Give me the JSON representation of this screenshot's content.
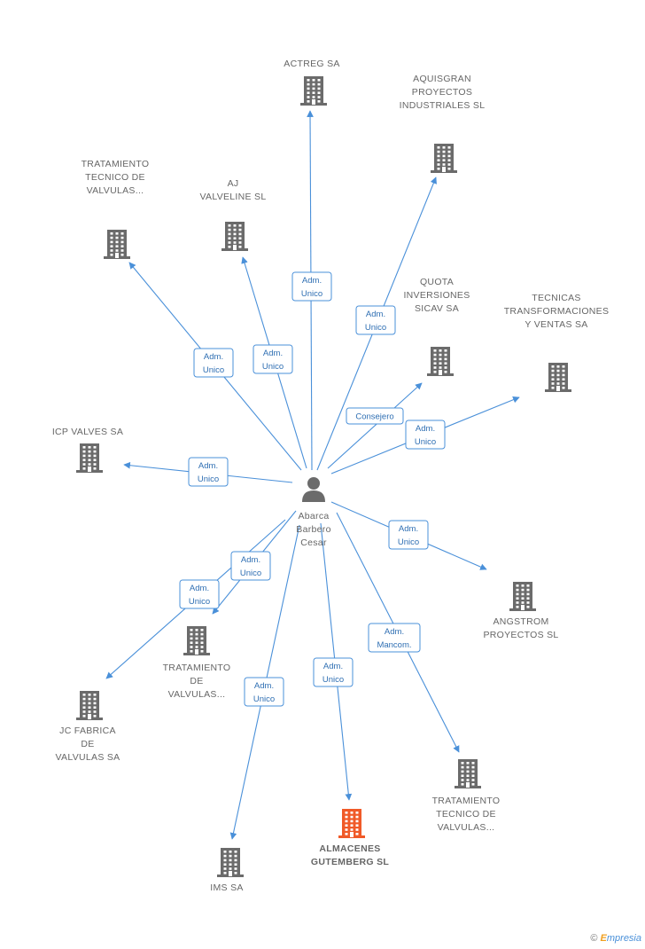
{
  "center": {
    "id": "abarca",
    "label_lines": [
      "Abarca",
      "Barbero",
      "Cesar"
    ]
  },
  "companies": [
    {
      "id": "actreg",
      "label_lines": [
        "ACTREG SA"
      ],
      "highlight": false
    },
    {
      "id": "aquisgran",
      "label_lines": [
        "AQUISGRAN",
        "PROYECTOS",
        "INDUSTRIALES SL"
      ],
      "highlight": false
    },
    {
      "id": "tratamiento1",
      "label_lines": [
        "TRATAMIENTO",
        "TECNICO DE",
        "VALVULAS..."
      ],
      "highlight": false
    },
    {
      "id": "aj_valveline",
      "label_lines": [
        "AJ",
        "VALVELINE SL"
      ],
      "highlight": false
    },
    {
      "id": "quota",
      "label_lines": [
        "QUOTA",
        "INVERSIONES",
        "SICAV SA"
      ],
      "highlight": false
    },
    {
      "id": "tecnicas",
      "label_lines": [
        "TECNICAS",
        "TRANSFORMACIONES",
        "Y VENTAS SA"
      ],
      "highlight": false
    },
    {
      "id": "icp_valves",
      "label_lines": [
        "ICP VALVES SA"
      ],
      "highlight": false
    },
    {
      "id": "angstrom",
      "label_lines": [
        "ANGSTROM",
        "PROYECTOS  SL"
      ],
      "highlight": false
    },
    {
      "id": "tratamiento2",
      "label_lines": [
        "TRATAMIENTO",
        "DE",
        "VALVULAS..."
      ],
      "highlight": false
    },
    {
      "id": "jc_fabrica",
      "label_lines": [
        "JC FABRICA",
        "DE",
        "VALVULAS SA"
      ],
      "highlight": false
    },
    {
      "id": "tratamiento3",
      "label_lines": [
        "TRATAMIENTO",
        "TECNICO DE",
        "VALVULAS..."
      ],
      "highlight": false
    },
    {
      "id": "almacenes",
      "label_lines": [
        "ALMACENES",
        "GUTEMBERG SL"
      ],
      "highlight": true
    },
    {
      "id": "ims",
      "label_lines": [
        "IMS SA"
      ],
      "highlight": false
    }
  ],
  "edges": [
    {
      "to": "actreg",
      "label_lines": [
        "Adm.",
        "Unico"
      ]
    },
    {
      "to": "aquisgran",
      "label_lines": [
        "Adm.",
        "Unico"
      ]
    },
    {
      "to": "tratamiento1",
      "label_lines": [
        "Adm.",
        "Unico"
      ]
    },
    {
      "to": "aj_valveline",
      "label_lines": [
        "Adm.",
        "Unico"
      ]
    },
    {
      "to": "quota",
      "label_lines": [
        "Consejero"
      ]
    },
    {
      "to": "tecnicas",
      "label_lines": [
        "Adm.",
        "Unico"
      ]
    },
    {
      "to": "icp_valves",
      "label_lines": [
        "Adm.",
        "Unico"
      ]
    },
    {
      "to": "angstrom",
      "label_lines": [
        "Adm.",
        "Unico"
      ]
    },
    {
      "to": "tratamiento2",
      "label_lines": [
        "Adm.",
        "Unico"
      ]
    },
    {
      "to": "jc_fabrica",
      "label_lines": [
        "Adm.",
        "Unico"
      ]
    },
    {
      "to": "tratamiento3",
      "label_lines": [
        "Adm.",
        "Mancom."
      ]
    },
    {
      "to": "almacenes",
      "label_lines": [
        "Adm.",
        "Unico"
      ]
    },
    {
      "to": "ims",
      "label_lines": [
        "Adm.",
        "Unico"
      ]
    }
  ],
  "colors": {
    "node": "#6b6b6b",
    "highlight": "#f05a28",
    "edge": "#4a90d9"
  },
  "footer": {
    "copyright": "©",
    "brand_initial": "E",
    "brand_rest": "mpresia"
  }
}
